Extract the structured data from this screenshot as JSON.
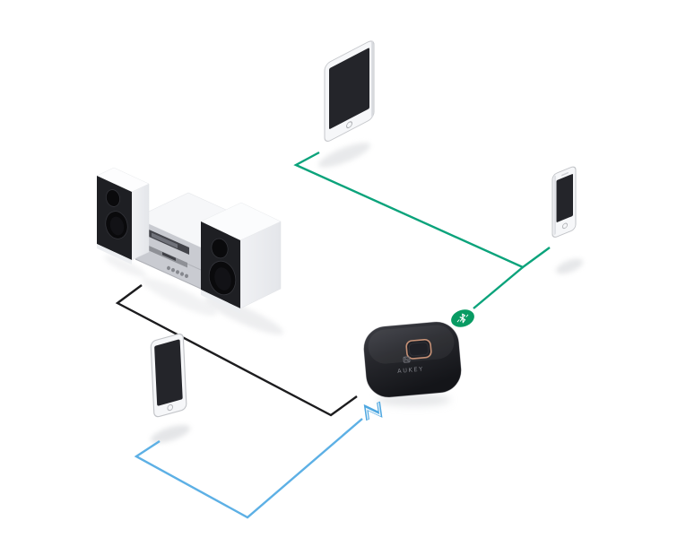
{
  "receiver": {
    "brand_label": "AUKEY"
  },
  "colors": {
    "background": "#ffffff",
    "bluetooth_line": "#0ba37b",
    "aux_line": "#1c1c1e",
    "nfc_line": "#5db0e5",
    "bluetooth_badge_bg": "#089b63",
    "badge_glyph": "#ffffff",
    "nfc_badge": "#4ea7e0",
    "button_ring": "#c69176",
    "receiver_label": "#83848b",
    "device_screen": "#24252a",
    "device_body": "#f6f7f9"
  },
  "icons": [
    {
      "name": "bluetooth-icon",
      "meaning": "Bluetooth wireless connection"
    },
    {
      "name": "nfc-icon",
      "meaning": "NFC tap-to-pair"
    },
    {
      "name": "nfc-mark-on-receiver",
      "meaning": "NFC touch point on receiver"
    }
  ],
  "devices": [
    {
      "name": "stereo-system"
    },
    {
      "name": "tablet"
    },
    {
      "name": "smartphone-right"
    },
    {
      "name": "smartphone-left"
    },
    {
      "name": "bluetooth-receiver",
      "label": "AUKEY"
    }
  ],
  "connections": [
    {
      "from": "tablet",
      "to": "bluetooth-receiver",
      "via": "bluetooth-icon",
      "color_key": "bluetooth_line"
    },
    {
      "from": "smartphone-right",
      "to": "bluetooth-receiver",
      "via": "bluetooth-icon",
      "color_key": "bluetooth_line"
    },
    {
      "from": "stereo-system",
      "to": "bluetooth-receiver",
      "color_key": "aux_line"
    },
    {
      "from": "smartphone-left",
      "to": "bluetooth-receiver",
      "via": "nfc-icon",
      "color_key": "nfc_line"
    }
  ]
}
